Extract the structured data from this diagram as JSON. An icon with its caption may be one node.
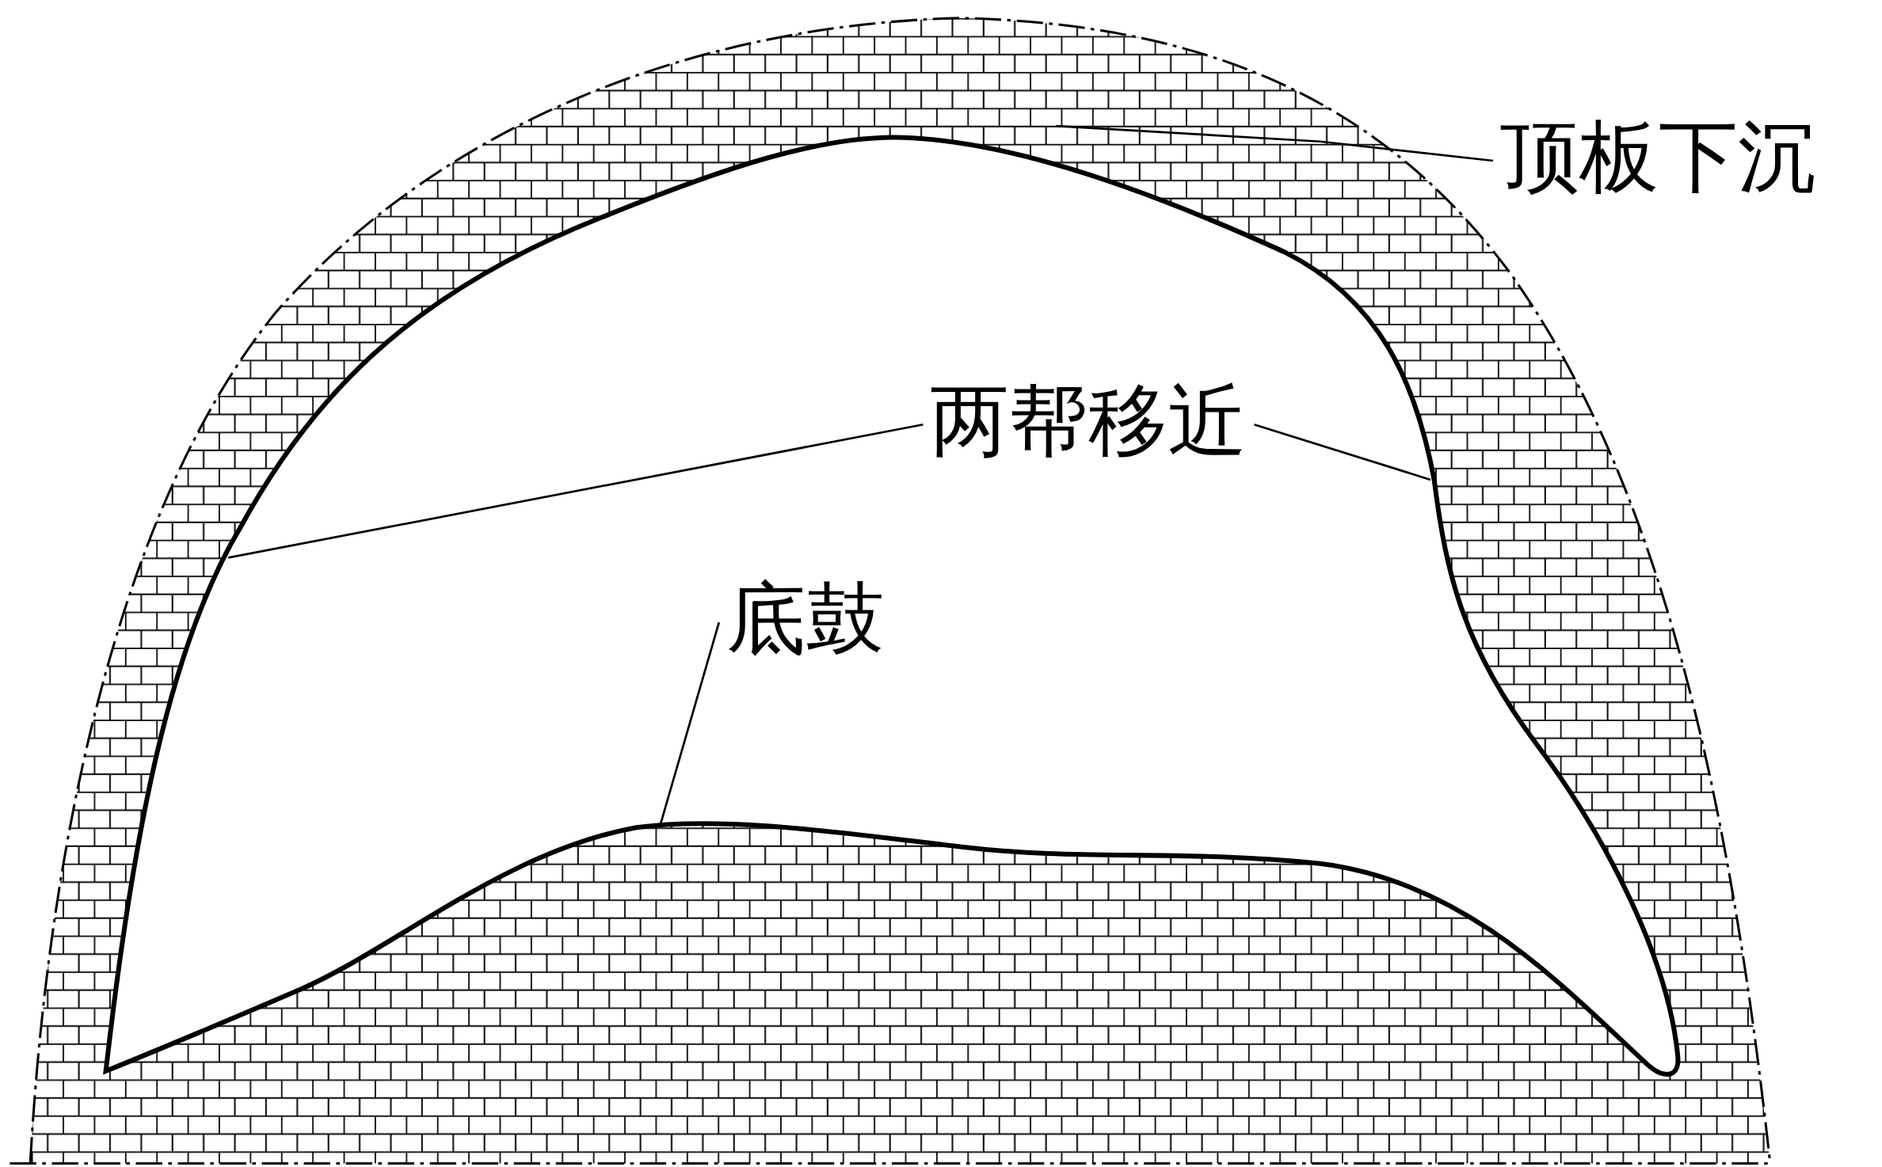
{
  "diagram": {
    "nodes": [
      {
        "text": [
          "顶板下沉"
        ]
      },
      {
        "text": [
          "两帮移近"
        ]
      },
      {
        "text": [
          "底鼓"
        ]
      }
    ],
    "edges": [
      {
        "from": 0,
        "to": null,
        "arrow": "none"
      },
      {
        "from": 1,
        "to": null,
        "arrow": "none"
      },
      {
        "from": 1,
        "to": null,
        "arrow": "none"
      },
      {
        "from": 2,
        "to": null,
        "arrow": "none"
      }
    ]
  }
}
